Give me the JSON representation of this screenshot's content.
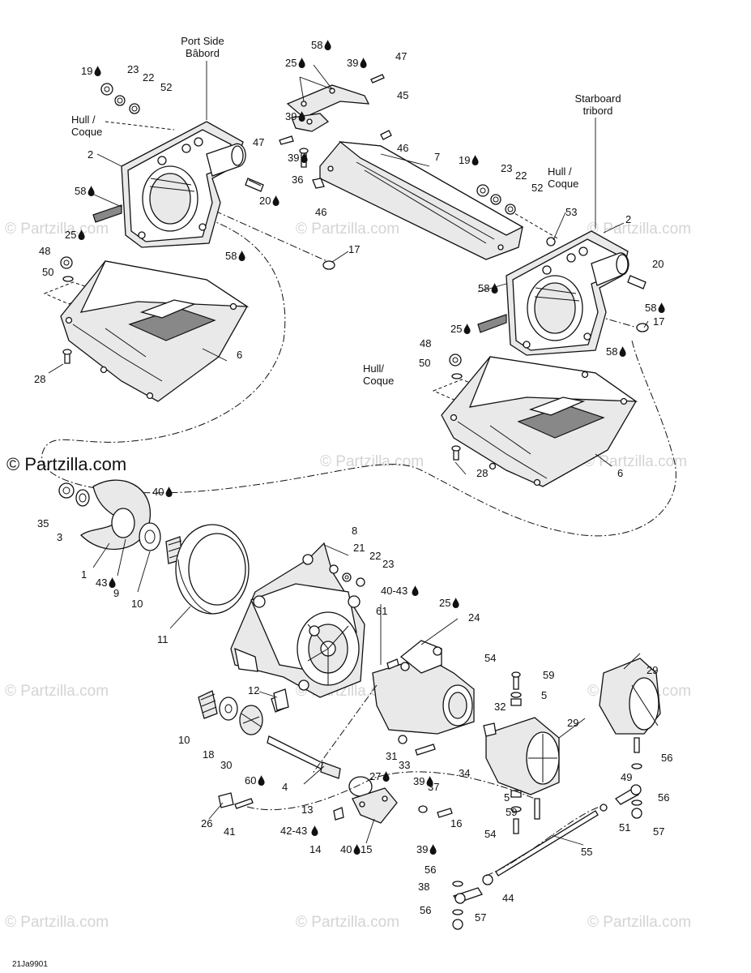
{
  "headings": {
    "port_side": [
      "Port Side",
      "Bâbord"
    ],
    "starboard": [
      "Starboard",
      "tribord"
    ],
    "hull_coque": [
      "Hull /",
      "Coque"
    ],
    "hull_coque_alt": [
      "Hull/",
      "Coque"
    ]
  },
  "watermark": {
    "text": "© Partzilla.com",
    "main_text": "© Partzilla.com"
  },
  "diagram_code": "21Ja9901",
  "callouts": [
    {
      "n": "19",
      "drop": true
    },
    {
      "n": "23"
    },
    {
      "n": "22"
    },
    {
      "n": "52"
    },
    {
      "n": "2"
    },
    {
      "n": "58",
      "drop": true
    },
    {
      "n": "20",
      "drop": true
    },
    {
      "n": "48"
    },
    {
      "n": "25",
      "drop": true
    },
    {
      "n": "50"
    },
    {
      "n": "58",
      "drop": true
    },
    {
      "n": "28"
    },
    {
      "n": "6"
    },
    {
      "n": "58",
      "drop": true
    },
    {
      "n": "25",
      "drop": true
    },
    {
      "n": "39",
      "drop": true
    },
    {
      "n": "47"
    },
    {
      "n": "45"
    },
    {
      "n": "39",
      "drop": true
    },
    {
      "n": "47"
    },
    {
      "n": "39",
      "drop": true
    },
    {
      "n": "36"
    },
    {
      "n": "46"
    },
    {
      "n": "46"
    },
    {
      "n": "7"
    },
    {
      "n": "17"
    },
    {
      "n": "19",
      "drop": true
    },
    {
      "n": "23"
    },
    {
      "n": "22"
    },
    {
      "n": "52"
    },
    {
      "n": "53"
    },
    {
      "n": "2"
    },
    {
      "n": "20"
    },
    {
      "n": "58",
      "drop": true
    },
    {
      "n": "58",
      "drop": true
    },
    {
      "n": "17"
    },
    {
      "n": "25",
      "drop": true
    },
    {
      "n": "48"
    },
    {
      "n": "58",
      "drop": true
    },
    {
      "n": "50"
    },
    {
      "n": "28"
    },
    {
      "n": "6"
    },
    {
      "n": "35"
    },
    {
      "n": "3"
    },
    {
      "n": "40",
      "drop": true
    },
    {
      "n": "1"
    },
    {
      "n": "43",
      "drop": true
    },
    {
      "n": "9"
    },
    {
      "n": "10"
    },
    {
      "n": "11"
    },
    {
      "n": "8"
    },
    {
      "n": "21"
    },
    {
      "n": "22"
    },
    {
      "n": "23"
    },
    {
      "n": "40-43",
      "drop": true
    },
    {
      "n": "61"
    },
    {
      "n": "25",
      "drop": true
    },
    {
      "n": "24"
    },
    {
      "n": "12"
    },
    {
      "n": "10"
    },
    {
      "n": "18"
    },
    {
      "n": "30"
    },
    {
      "n": "60",
      "drop": true
    },
    {
      "n": "4"
    },
    {
      "n": "27",
      "drop": true
    },
    {
      "n": "31"
    },
    {
      "n": "33"
    },
    {
      "n": "39",
      "drop": true
    },
    {
      "n": "34"
    },
    {
      "n": "37"
    },
    {
      "n": "16"
    },
    {
      "n": "39",
      "drop": true
    },
    {
      "n": "26"
    },
    {
      "n": "41"
    },
    {
      "n": "13"
    },
    {
      "n": "42-43",
      "drop": true
    },
    {
      "n": "14"
    },
    {
      "n": "40",
      "drop": true
    },
    {
      "n": "15"
    },
    {
      "n": "54"
    },
    {
      "n": "59"
    },
    {
      "n": "5"
    },
    {
      "n": "32"
    },
    {
      "n": "29"
    },
    {
      "n": "29"
    },
    {
      "n": "5"
    },
    {
      "n": "59"
    },
    {
      "n": "54"
    },
    {
      "n": "56"
    },
    {
      "n": "49"
    },
    {
      "n": "56"
    },
    {
      "n": "51"
    },
    {
      "n": "57"
    },
    {
      "n": "55"
    },
    {
      "n": "56"
    },
    {
      "n": "38"
    },
    {
      "n": "44"
    },
    {
      "n": "56"
    },
    {
      "n": "57"
    }
  ]
}
